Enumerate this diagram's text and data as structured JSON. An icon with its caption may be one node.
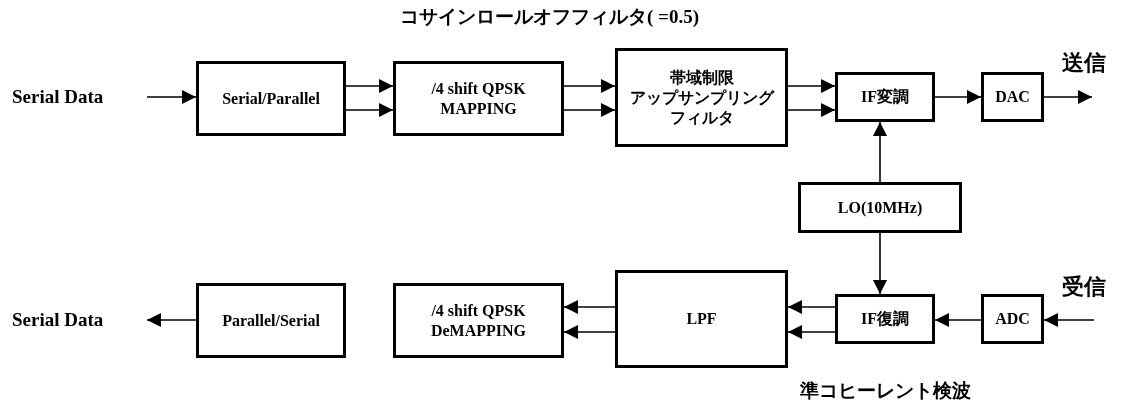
{
  "diagram": {
    "nodes": [
      {
        "text": [
          "Serial Data"
        ]
      },
      {
        "text": [
          "Serial/Parallel"
        ]
      },
      {
        "text": [
          "/4 shift QPSK MAPPING"
        ]
      },
      {
        "text": [
          "帯域制限アップサンプリングフィルタ"
        ]
      },
      {
        "text": [
          "IF変調"
        ]
      },
      {
        "text": [
          "DAC"
        ]
      },
      {
        "text": [
          "LO(10MHz)"
        ]
      },
      {
        "text": [
          "Serial Data"
        ]
      },
      {
        "text": [
          "Parallel/Serial"
        ]
      },
      {
        "text": [
          "/4 shift QPSK DeMAPPING"
        ]
      },
      {
        "text": [
          "LPF"
        ]
      },
      {
        "text": [
          "IF復調"
        ]
      },
      {
        "text": [
          "ADC"
        ]
      }
    ],
    "edges": [
      {
        "from": 0,
        "to": 1,
        "arrow": "to"
      },
      {
        "from": 1,
        "to": 2,
        "arrow": "to"
      },
      {
        "from": 1,
        "to": 2,
        "arrow": "to"
      },
      {
        "from": 2,
        "to": 3,
        "arrow": "to"
      },
      {
        "from": 2,
        "to": 3,
        "arrow": "to"
      },
      {
        "from": 3,
        "to": 4,
        "arrow": "to"
      },
      {
        "from": 3,
        "to": 4,
        "arrow": "to"
      },
      {
        "from": 4,
        "to": 5,
        "arrow": "to"
      },
      {
        "from": 5,
        "to": null,
        "arrow": "to"
      },
      {
        "from": 6,
        "to": 4,
        "arrow": "to"
      },
      {
        "from": 6,
        "to": 11,
        "arrow": "to"
      },
      {
        "from": null,
        "to": 12,
        "arrow": "to"
      },
      {
        "from": 12,
        "to": 11,
        "arrow": "to"
      },
      {
        "from": 11,
        "to": 10,
        "arrow": "to"
      },
      {
        "from": 11,
        "to": 10,
        "arrow": "to"
      },
      {
        "from": 10,
        "to": 9,
        "arrow": "to"
      },
      {
        "from": 10,
        "to": 9,
        "arrow": "to"
      },
      {
        "from": 8,
        "to": 7,
        "arrow": "to"
      }
    ],
    "labels": [
      "コサインロールオフフィルタ( =0.5)",
      "送信",
      "受信",
      "準コヒーレント検波"
    ]
  }
}
